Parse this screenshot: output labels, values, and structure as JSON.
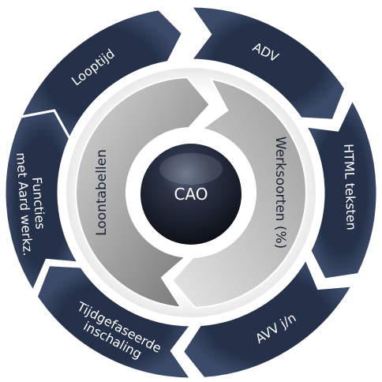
{
  "center": {
    "label": "CAO"
  },
  "inner_arcs": [
    {
      "label": "Loontabellen"
    },
    {
      "label": "Werksoorten (%)"
    }
  ],
  "outer_segments": [
    {
      "lines": [
        "ADV"
      ]
    },
    {
      "lines": [
        "HTML teksten"
      ]
    },
    {
      "lines": [
        "AVV j/n"
      ]
    },
    {
      "lines": [
        "Tijdgefaseerde",
        "inschaling"
      ]
    },
    {
      "lines": [
        "Functies",
        "met Aard werkz."
      ]
    },
    {
      "lines": [
        "Looptijd"
      ]
    }
  ],
  "colors": {
    "segment": "#2f3d57",
    "segment_light": "#4a5a78",
    "ring_gap": "#ffffff",
    "arc_left": "#8e8e8e",
    "arc_right": "#c2c2c2",
    "center": "#1c2230"
  }
}
